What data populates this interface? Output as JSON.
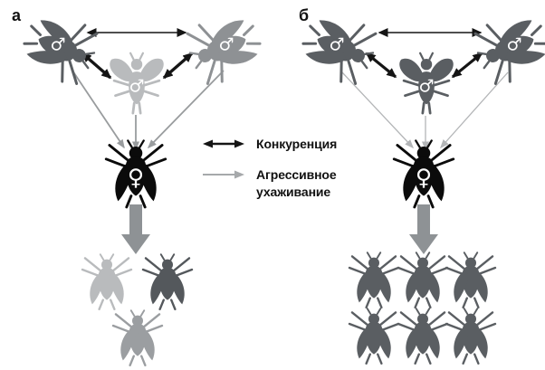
{
  "colors": {
    "background": "#ffffff",
    "competition_arrow": "#151515",
    "big_arrow": "#8e9295",
    "text": "#111111"
  },
  "legend": {
    "items": [
      {
        "icon": "double-headed-arrow",
        "color": "#151515",
        "label": "Конкуренция"
      },
      {
        "icon": "single-arrow",
        "color": "#a6a9ab",
        "label": "Агрессивное ухаживание"
      }
    ]
  },
  "panels": [
    {
      "label": "а",
      "males": [
        {
          "position": "left",
          "color": "#5a5e62",
          "sex_symbol": "♂"
        },
        {
          "position": "middle",
          "color": "#b9bbbd",
          "sex_symbol": "♂"
        },
        {
          "position": "right",
          "color": "#8e9194",
          "sex_symbol": "♂"
        }
      ],
      "female": {
        "color": "#0b0b0b",
        "sex_symbol": "♀"
      },
      "courtship_arrow_color": "#999c9e",
      "offspring_count": 3,
      "offspring_colors": [
        "#b9bbbd",
        "#54585c",
        "#9b9ea1"
      ]
    },
    {
      "label": "б",
      "males": [
        {
          "position": "left",
          "color": "#5a5e62",
          "sex_symbol": "♂"
        },
        {
          "position": "middle",
          "color": "#5a5e62",
          "sex_symbol": "♂"
        },
        {
          "position": "right",
          "color": "#5a5e62",
          "sex_symbol": "♂"
        }
      ],
      "female": {
        "color": "#0b0b0b",
        "sex_symbol": "♀"
      },
      "courtship_arrow_color": "#b3b5b7",
      "offspring_count": 6,
      "offspring_colors": [
        "#5a5e62",
        "#5a5e62",
        "#5a5e62",
        "#5a5e62",
        "#5a5e62",
        "#5a5e62"
      ]
    }
  ]
}
